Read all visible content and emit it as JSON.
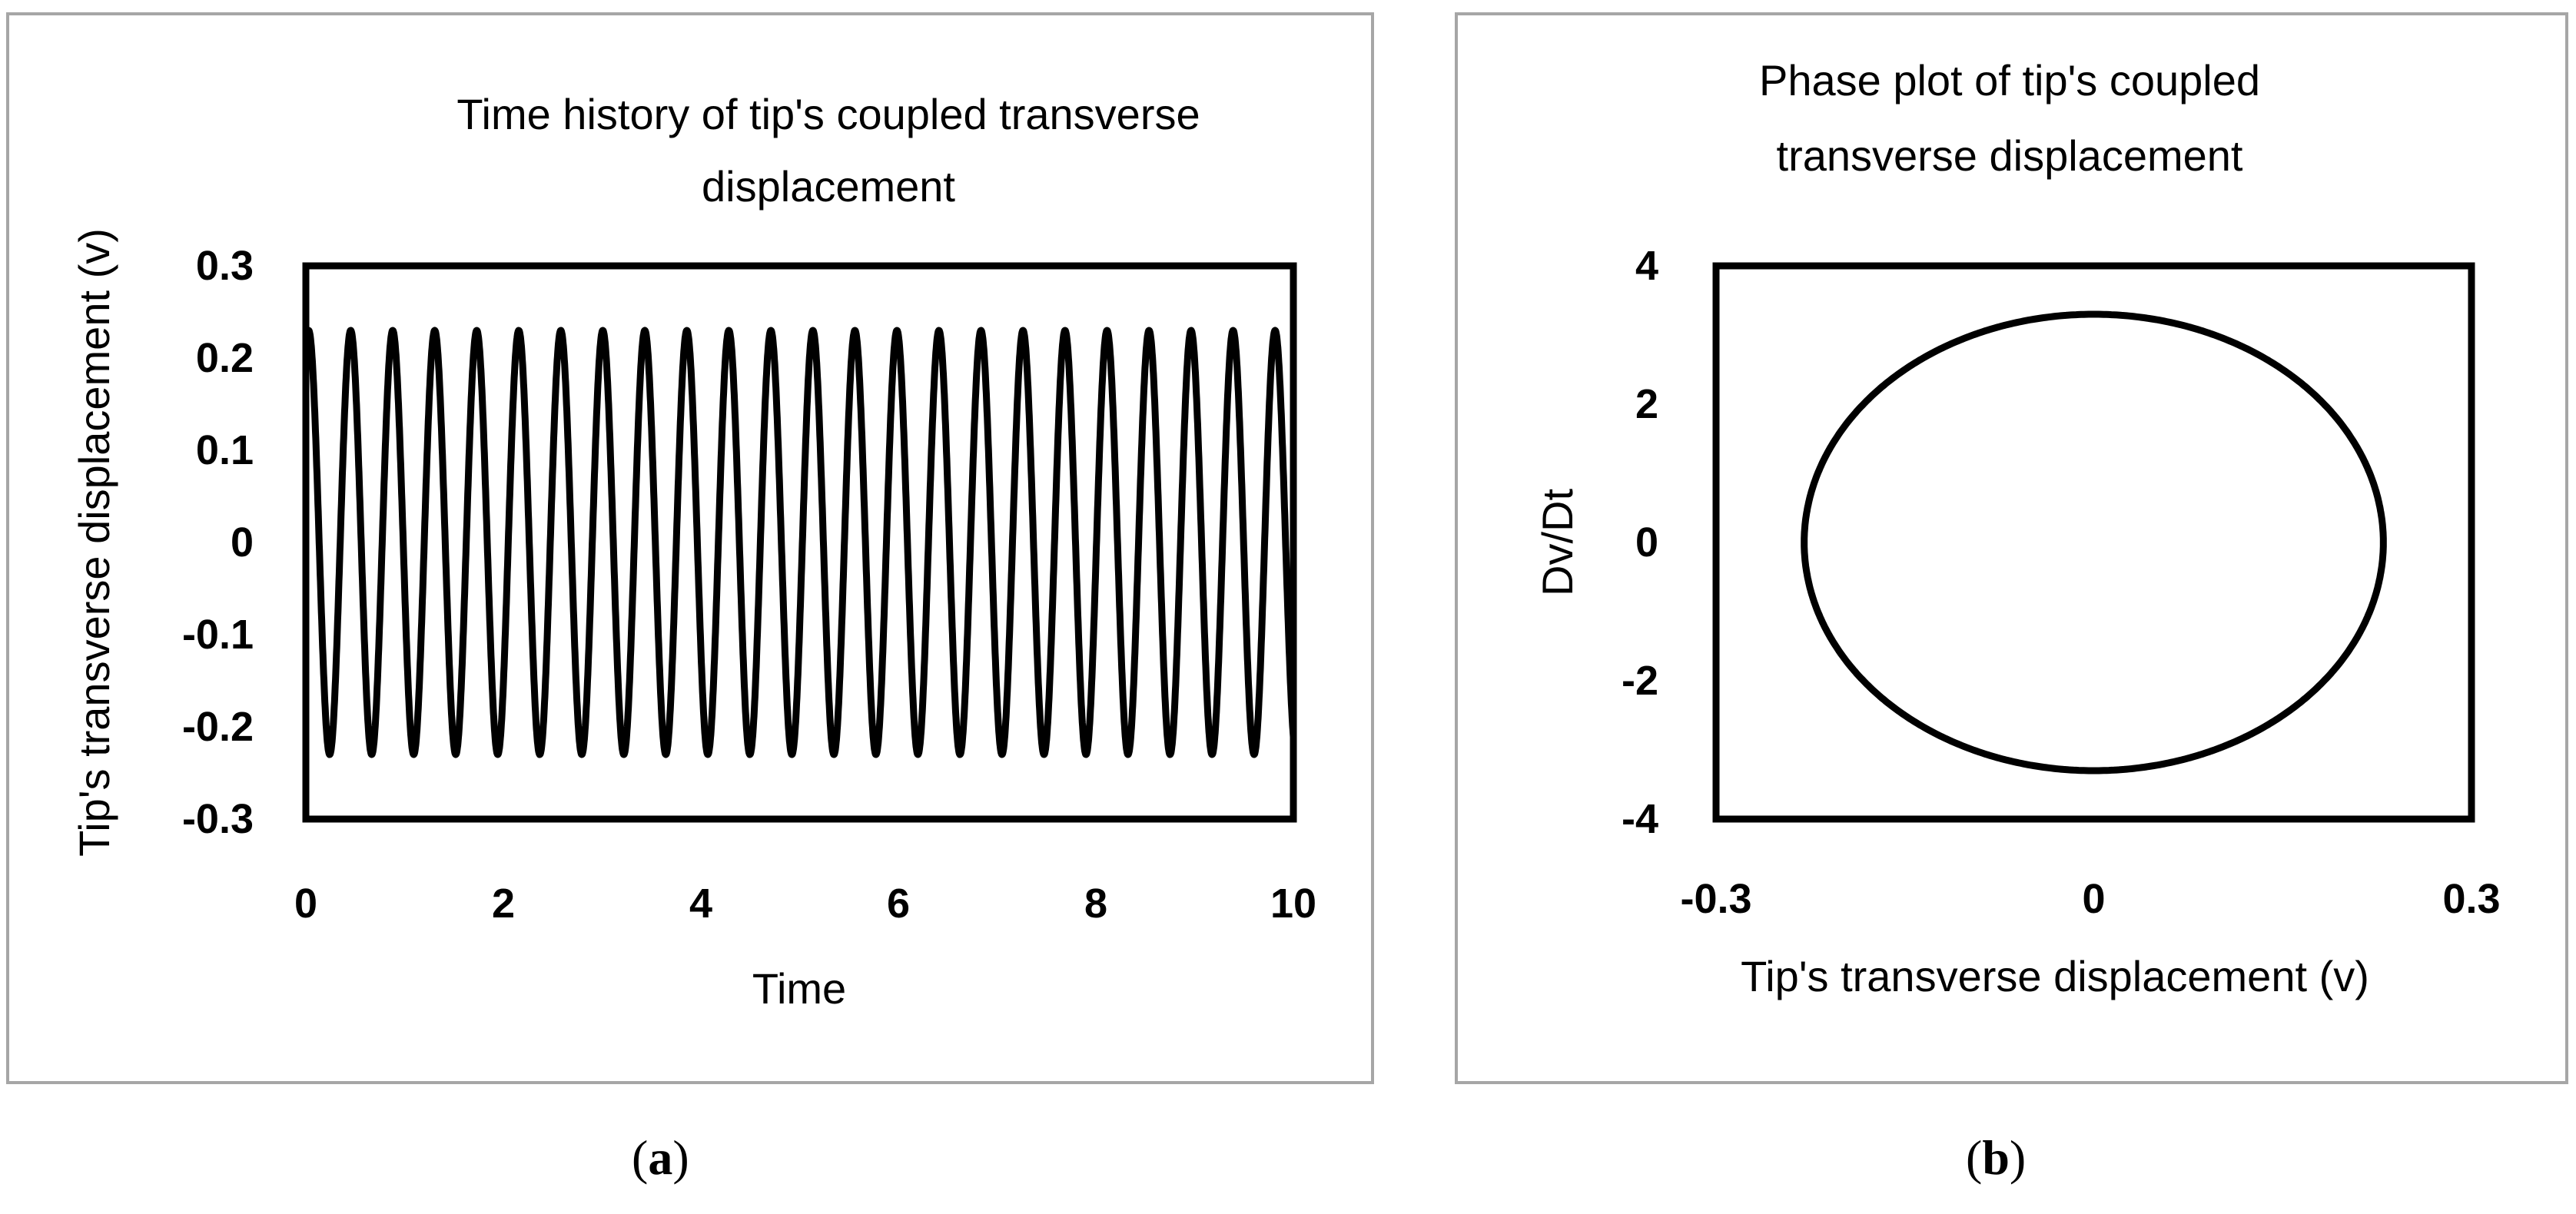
{
  "figure": {
    "captions": [
      {
        "open": "(",
        "letter": "a",
        "close": ")"
      },
      {
        "open": "(",
        "letter": "b",
        "close": ")"
      }
    ]
  },
  "chart_data": [
    {
      "type": "line",
      "title_lines": [
        "Time history of tip's coupled transverse",
        "displacement"
      ],
      "xlabel": "Time",
      "ylabel": "Tip's transverse displacement (v)",
      "xlim": [
        0,
        10
      ],
      "ylim": [
        -0.3,
        0.3
      ],
      "x_ticks": [
        "0",
        "2",
        "4",
        "6",
        "8",
        "10"
      ],
      "y_ticks": [
        "0.3",
        "0.2",
        "0.1",
        "0",
        "-0.1",
        "-0.2",
        "-0.3"
      ],
      "grid": false,
      "line_color": "#000000",
      "series": [
        {
          "function": "oscillation",
          "amplitude": 0.23,
          "period": 0.4255,
          "phase_x": 0.0,
          "phase_y": 0.21,
          "cycles_in_range": 23.5
        }
      ]
    },
    {
      "type": "line",
      "title_lines": [
        "Phase plot of tip's coupled",
        "transverse displacement"
      ],
      "xlabel": "Tip's transverse displacement (v)",
      "ylabel": "Dv/Dt",
      "xlim": [
        -0.3,
        0.3
      ],
      "ylim": [
        -4,
        4
      ],
      "x_ticks": [
        "-0.3",
        "0",
        "0.3"
      ],
      "y_ticks": [
        "4",
        "2",
        "0",
        "-2",
        "-4"
      ],
      "grid": false,
      "line_color": "#000000",
      "series": [
        {
          "function": "ellipse",
          "x_amplitude": 0.23,
          "y_amplitude": 3.3
        }
      ]
    }
  ]
}
